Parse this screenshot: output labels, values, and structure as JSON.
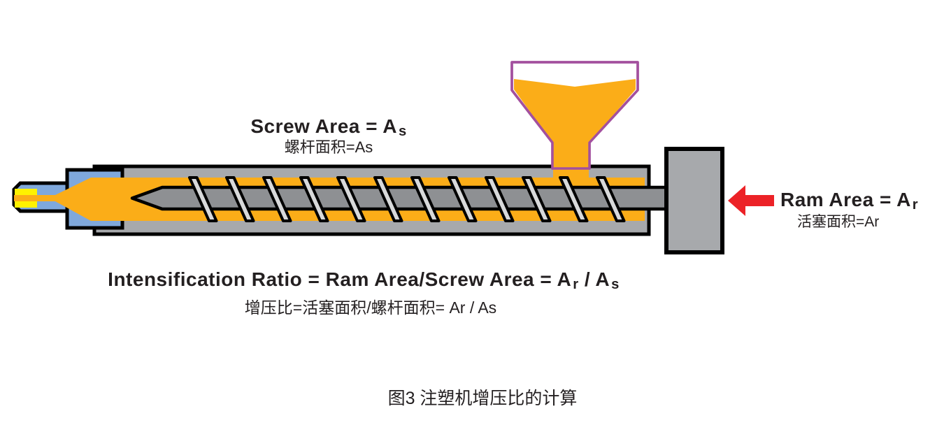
{
  "colors": {
    "melt_orange": "#FBAD18",
    "barrel_gray": "#A7A9AC",
    "screw_gray": "#8E9093",
    "flight_gray": "#D8D9DA",
    "nozzle_blue": "#7FA8DC",
    "tip_yellow": "#FFF200",
    "hopper_purple": "#A3509E",
    "arrow_red": "#EC2227",
    "outline_black": "#000000",
    "text_black": "#231F20",
    "background": "#FFFFFF"
  },
  "diagram": {
    "screw_label": {
      "en_base": "Screw Area = A",
      "en_sub": "s",
      "cn": "螺杆面积=As"
    },
    "ram_label": {
      "en_base": "Ram Area = A",
      "en_sub": "r",
      "cn": "活塞面积=Ar"
    },
    "formula": {
      "en_base": "Intensification Ratio = Ram Area/Screw Area = A",
      "en_sub_r": "r",
      "en_divider": " / A",
      "en_sub_s": "s",
      "cn": "增压比=活塞面积/螺杆面积= Ar / As"
    },
    "caption": "图3 注塑机增压比的计算"
  }
}
